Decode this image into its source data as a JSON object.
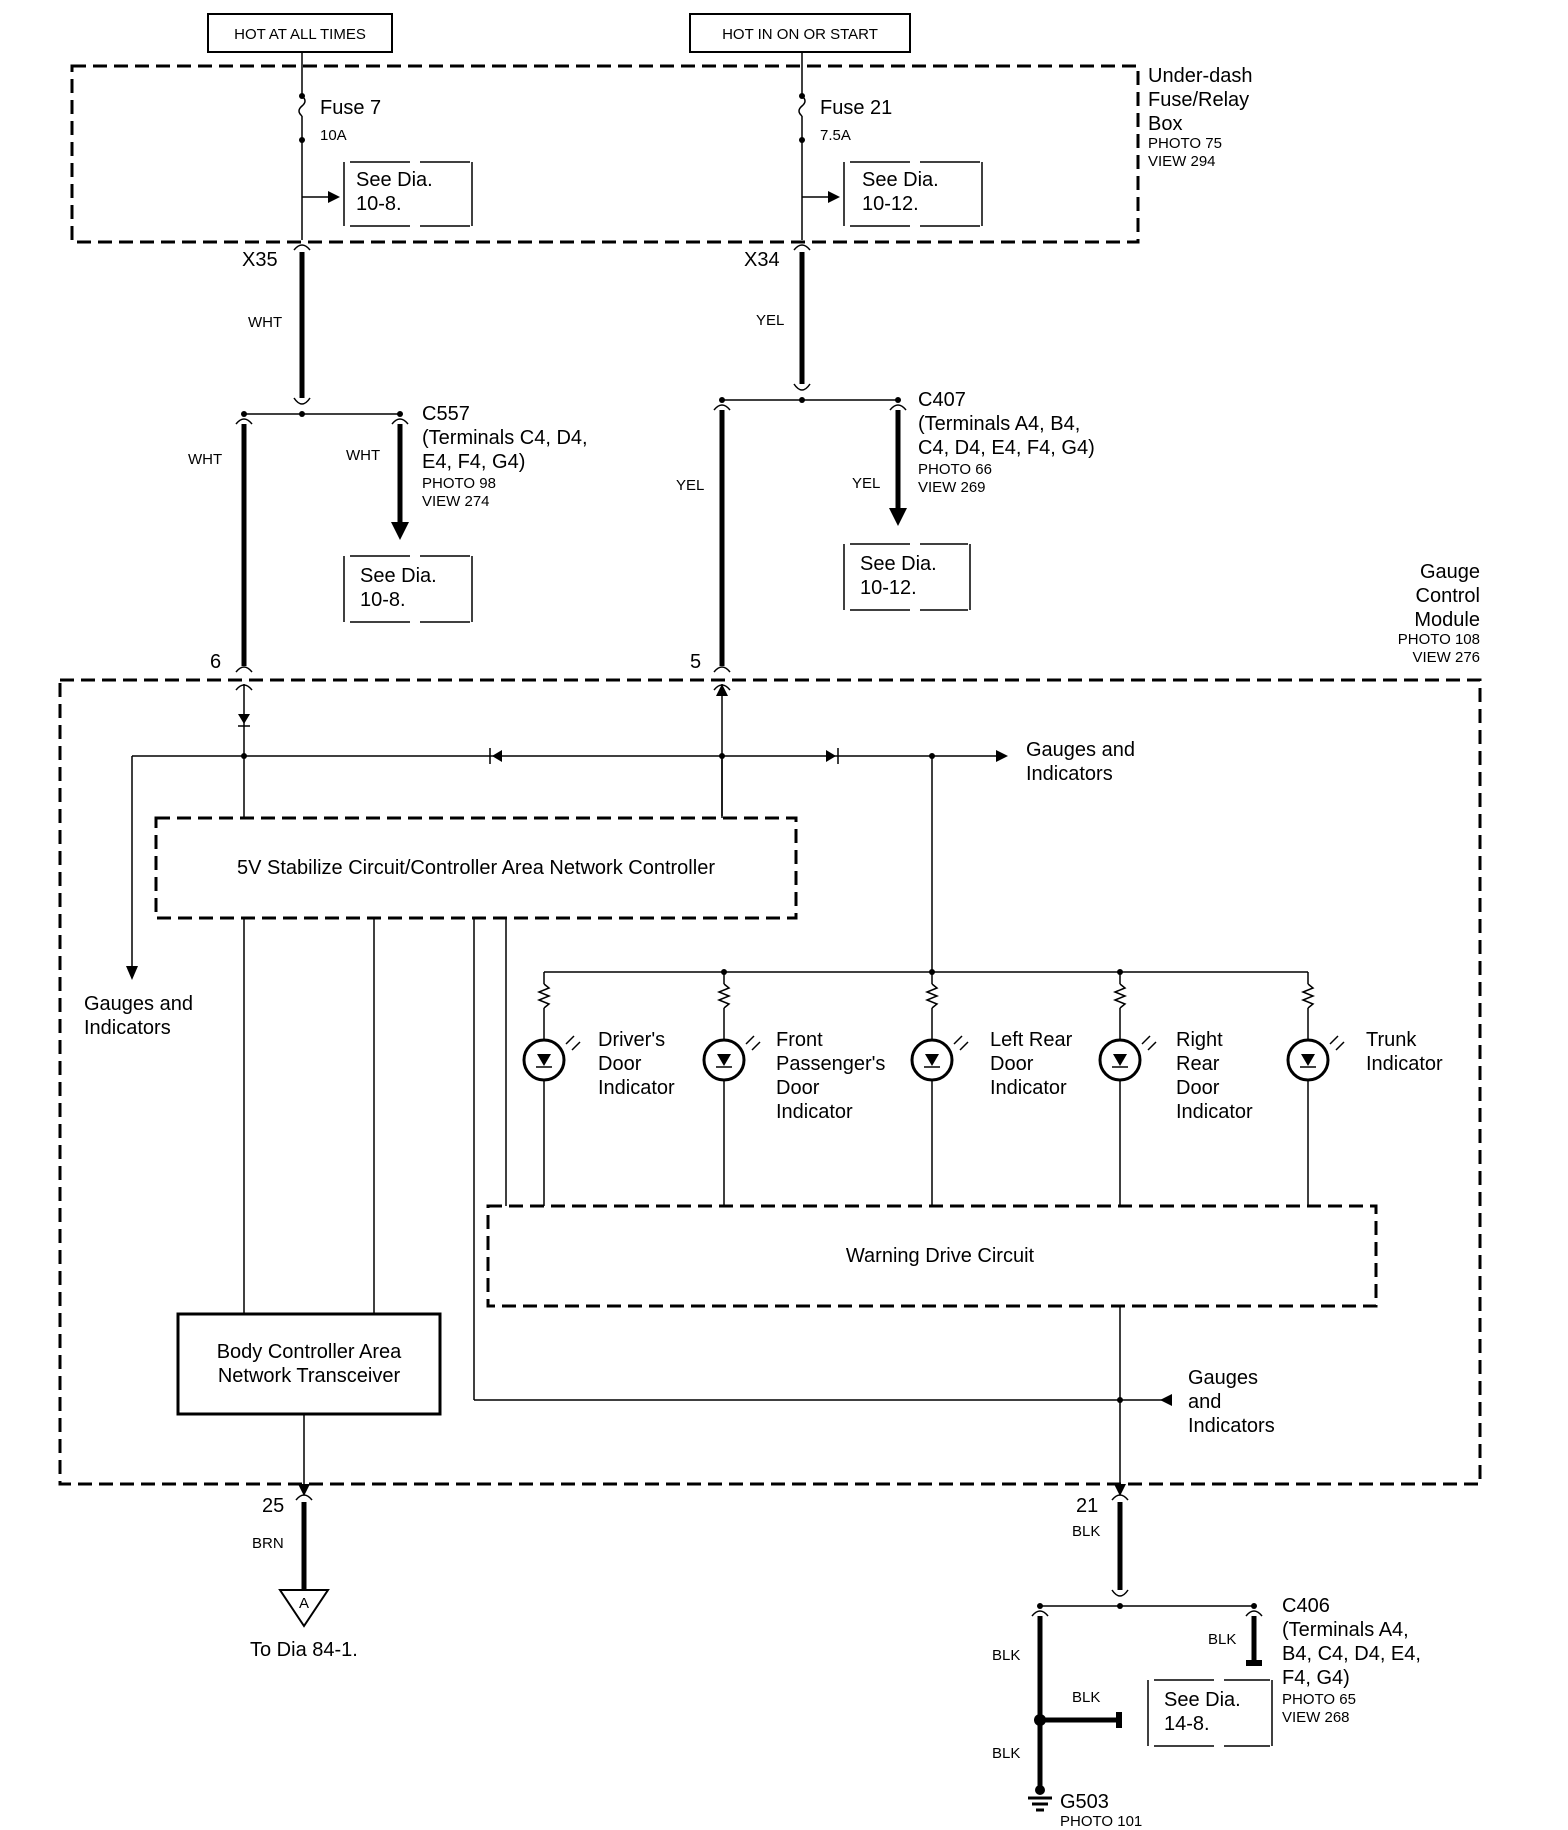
{
  "power_sources": {
    "hot_at_all_times": "HOT AT ALL TIMES",
    "hot_in_on_or_start": "HOT IN ON OR START"
  },
  "fuse_box": {
    "name_line1": "Under-dash",
    "name_line2": "Fuse/Relay",
    "name_line3": "Box",
    "photo": "PHOTO 75",
    "view": "VIEW 294"
  },
  "fuse7": {
    "name": "Fuse 7",
    "rating": "10A"
  },
  "fuse21": {
    "name": "Fuse 21",
    "rating": "7.5A"
  },
  "refs": {
    "see_dia": "See Dia.",
    "dia_10_8": "10-8.",
    "dia_10_12": "10-12.",
    "dia_14_8": "14-8."
  },
  "connectors": {
    "x35": "X35",
    "x34": "X34",
    "c557": {
      "name": "C557",
      "line1": "(Terminals C4, D4,",
      "line2": "E4, F4, G4)",
      "photo": "PHOTO 98",
      "view": "VIEW 274"
    },
    "c407": {
      "name": "C407",
      "line1": "(Terminals A4, B4,",
      "line2": "C4, D4, E4, F4, G4)",
      "photo": "PHOTO 66",
      "view": "VIEW 269"
    },
    "c406": {
      "name": "C406",
      "line1": "(Terminals A4,",
      "line2": "B4, C4, D4, E4,",
      "line3": "F4, G4)",
      "photo": "PHOTO 65",
      "view": "VIEW 268"
    }
  },
  "wires": {
    "wht": "WHT",
    "yel": "YEL",
    "brn": "BRN",
    "blk": "BLK"
  },
  "module": {
    "name_line1": "Gauge",
    "name_line2": "Control",
    "name_line3": "Module",
    "photo": "PHOTO 108",
    "view": "VIEW 276",
    "pins": {
      "p6": "6",
      "p5": "5",
      "p25": "25",
      "p21": "21"
    }
  },
  "blocks": {
    "stabilize": "5V Stabilize Circuit/Controller Area Network Controller",
    "warning": "Warning Drive Circuit",
    "transceiver_line1": "Body Controller Area",
    "transceiver_line2": "Network Transceiver"
  },
  "gauges": {
    "line1": "Gauges and",
    "line2": "Indicators",
    "g3_line1": "Gauges",
    "g3_line2": "and",
    "g3_line3": "Indicators"
  },
  "indicators": {
    "drivers": [
      "Driver's",
      "Door",
      "Indicator"
    ],
    "front_pass": [
      "Front",
      "Passenger's",
      "Door",
      "Indicator"
    ],
    "left_rear": [
      "Left Rear",
      "Door",
      "Indicator"
    ],
    "right_rear": [
      "Right",
      "Rear",
      "Door",
      "Indicator"
    ],
    "trunk": [
      "Trunk",
      "Indicator"
    ]
  },
  "offpage": {
    "letter": "A",
    "to": "To Dia 84-1."
  },
  "ground": {
    "name": "G503",
    "photo": "PHOTO 101"
  }
}
